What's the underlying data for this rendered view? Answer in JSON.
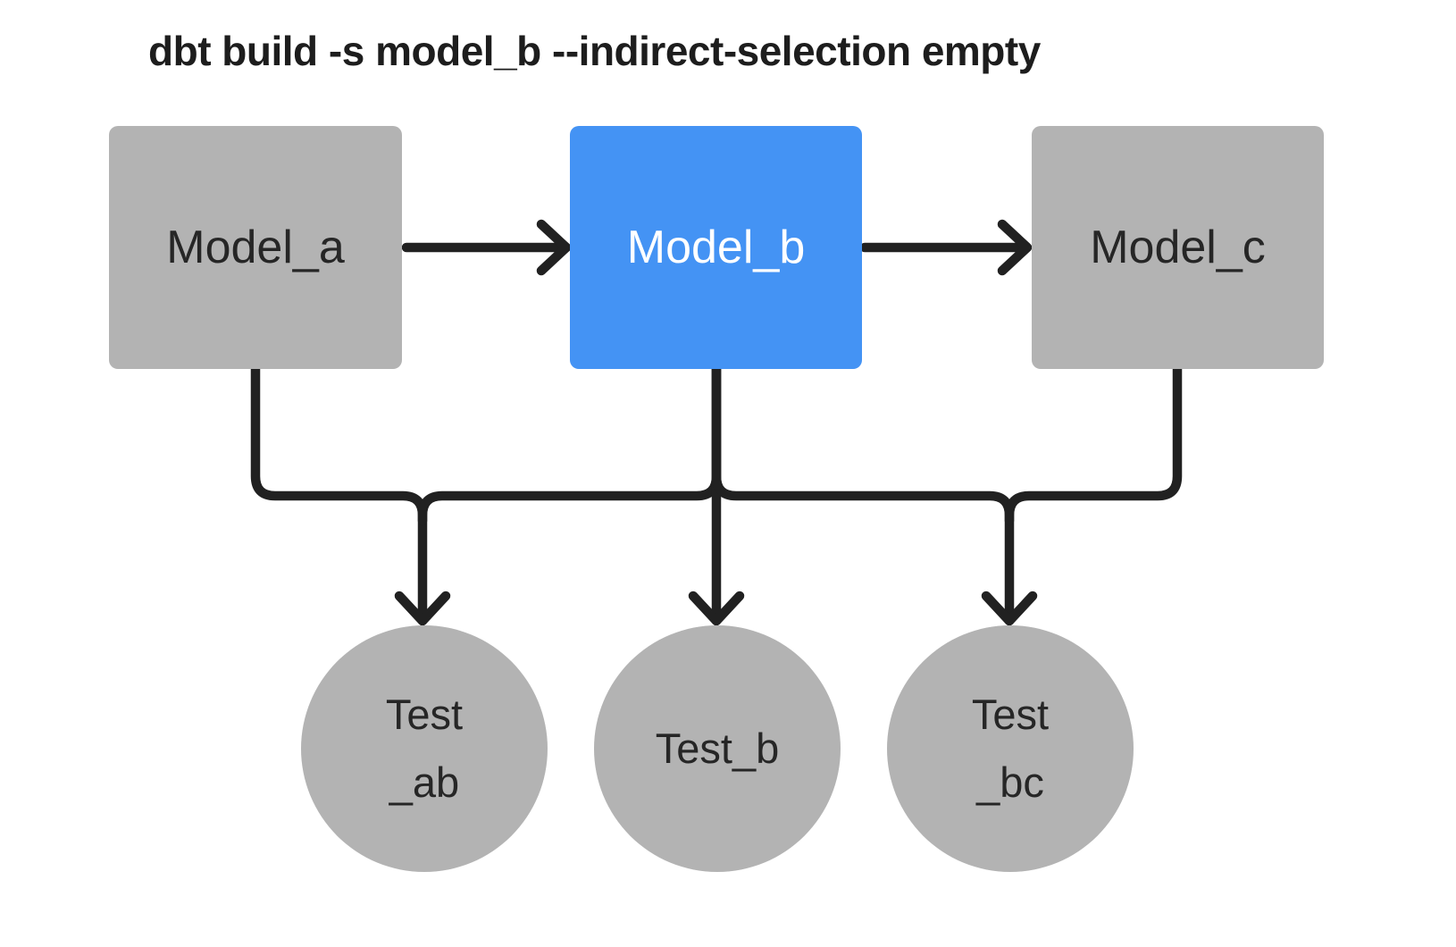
{
  "title": "dbt build -s model_b --indirect-selection empty",
  "colors": {
    "selected_node": "#4493F4",
    "unselected_node": "#B3B3B3",
    "edge": "#212121",
    "node_text_dark": "#262626",
    "node_text_light": "#FFFFFF",
    "background": "#FFFFFF"
  },
  "diagram": {
    "models": [
      {
        "id": "model_a",
        "label": "Model_a",
        "highlighted": false
      },
      {
        "id": "model_b",
        "label": "Model_b",
        "highlighted": true
      },
      {
        "id": "model_c",
        "label": "Model_c",
        "highlighted": false
      }
    ],
    "tests": [
      {
        "id": "test_ab",
        "line1": "Test",
        "line2": "_ab"
      },
      {
        "id": "test_b",
        "line1": "Test_b"
      },
      {
        "id": "test_bc",
        "line1": "Test",
        "line2": "_bc"
      }
    ],
    "edges": [
      {
        "from": "model_a",
        "to": "model_b"
      },
      {
        "from": "model_b",
        "to": "model_c"
      },
      {
        "from": "model_a",
        "to": "test_ab"
      },
      {
        "from": "model_b",
        "to": "test_ab"
      },
      {
        "from": "model_b",
        "to": "test_b"
      },
      {
        "from": "model_b",
        "to": "test_bc"
      },
      {
        "from": "model_c",
        "to": "test_bc"
      }
    ]
  }
}
